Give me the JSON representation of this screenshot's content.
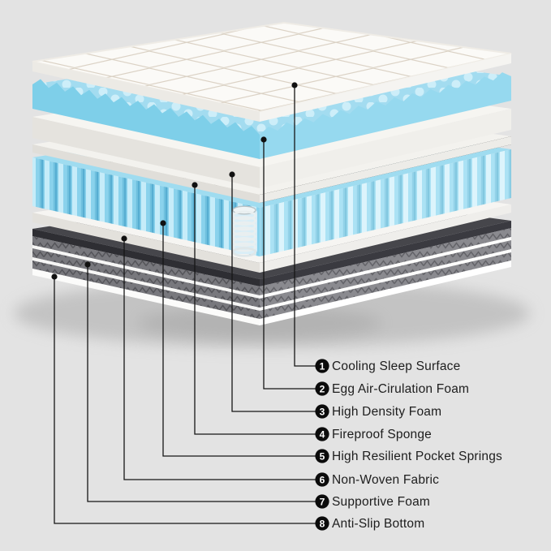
{
  "background_color": "#e3e3e3",
  "diagram": {
    "type": "mattress-exploded-layer-diagram",
    "description": "Exploded isometric view of an 8-layer hybrid mattress with numbered callouts",
    "layers": [
      {
        "num": "1",
        "label": "Cooling Sleep Surface",
        "color": "#f9f8f5"
      },
      {
        "num": "2",
        "label": "Egg Air-Cirulation Foam",
        "color": "#8fd4ec"
      },
      {
        "num": "3",
        "label": "High Density Foam",
        "color": "#f4f3ef"
      },
      {
        "num": "4",
        "label": "Fireproof Sponge",
        "color": "#efeeea"
      },
      {
        "num": "5",
        "label": "High Resilient Pocket Springs",
        "color": "#8fd6ee"
      },
      {
        "num": "6",
        "label": "Non-Woven Fabric",
        "color": "#f4f3ef"
      },
      {
        "num": "7",
        "label": "Supportive Foam",
        "color": "#7d7d81"
      },
      {
        "num": "8",
        "label": "Anti-Slip Bottom",
        "color": "#fbfbfa"
      }
    ],
    "callout_style": {
      "line_color": "#161616",
      "badge_color": "#0b0b0b",
      "badge_number_color": "#ffffff",
      "text_color": "#1d1d1d"
    }
  }
}
